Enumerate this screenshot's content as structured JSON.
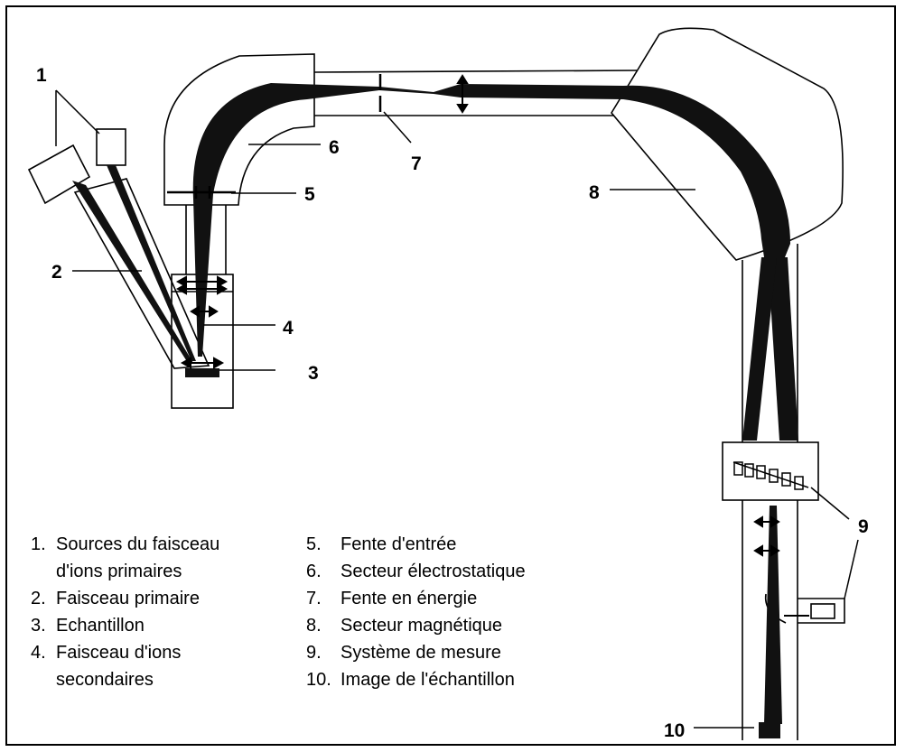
{
  "labels": {
    "n1": "1",
    "n2": "2",
    "n3": "3",
    "n4": "4",
    "n5": "5",
    "n6": "6",
    "n7": "7",
    "n8": "8",
    "n9": "9",
    "n10": "10"
  },
  "legend_left": [
    {
      "num": "1.",
      "text": "Sources du faisceau",
      "cont": "d'ions primaires"
    },
    {
      "num": "2.",
      "text": "Faisceau primaire",
      "cont": ""
    },
    {
      "num": "3.",
      "text": "Echantillon",
      "cont": ""
    },
    {
      "num": "4.",
      "text": "Faisceau d'ions",
      "cont": "secondaires"
    }
  ],
  "legend_right": [
    {
      "num": "5.",
      "text": "Fente d'entrée"
    },
    {
      "num": "6.",
      "text": "Secteur électrostatique"
    },
    {
      "num": "7.",
      "text": "Fente en énergie"
    },
    {
      "num": "8.",
      "text": "Secteur magnétique"
    },
    {
      "num": "9.",
      "text": "Système de mesure"
    },
    {
      "num": "10.",
      "text": "Image de l'échantillon"
    }
  ],
  "colors": {
    "ink": "#000000",
    "paper": "#ffffff",
    "beam": "#111111"
  }
}
